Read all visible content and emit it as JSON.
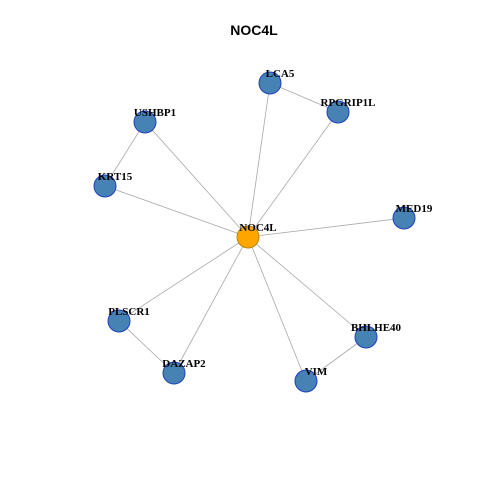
{
  "title": "NOC4L",
  "colors": {
    "hub_fill": "#FFA500",
    "hub_stroke": "#B8860B",
    "node_fill": "#4682B4",
    "node_stroke": "#1F3FBF",
    "edge": "#A8A8A8"
  },
  "nodes": [
    {
      "id": "NOC4L",
      "label": "NOC4L",
      "hub": true
    },
    {
      "id": "LCA5",
      "label": "LCA5"
    },
    {
      "id": "RPGRIP1L",
      "label": "RPGRIP1L"
    },
    {
      "id": "USHBP1",
      "label": "USHBP1"
    },
    {
      "id": "KRT15",
      "label": "KRT15"
    },
    {
      "id": "MED19",
      "label": "MED19"
    },
    {
      "id": "PLSCR1",
      "label": "PLSCR1"
    },
    {
      "id": "DAZAP2",
      "label": "DAZAP2"
    },
    {
      "id": "BHLHE40",
      "label": "BHLHE40"
    },
    {
      "id": "VIM",
      "label": "VIM"
    }
  ],
  "edges": [
    [
      "NOC4L",
      "LCA5"
    ],
    [
      "NOC4L",
      "RPGRIP1L"
    ],
    [
      "NOC4L",
      "USHBP1"
    ],
    [
      "NOC4L",
      "KRT15"
    ],
    [
      "NOC4L",
      "MED19"
    ],
    [
      "NOC4L",
      "PLSCR1"
    ],
    [
      "NOC4L",
      "DAZAP2"
    ],
    [
      "NOC4L",
      "BHLHE40"
    ],
    [
      "NOC4L",
      "VIM"
    ],
    [
      "LCA5",
      "RPGRIP1L"
    ],
    [
      "USHBP1",
      "KRT15"
    ],
    [
      "PLSCR1",
      "DAZAP2"
    ],
    [
      "BHLHE40",
      "VIM"
    ]
  ]
}
